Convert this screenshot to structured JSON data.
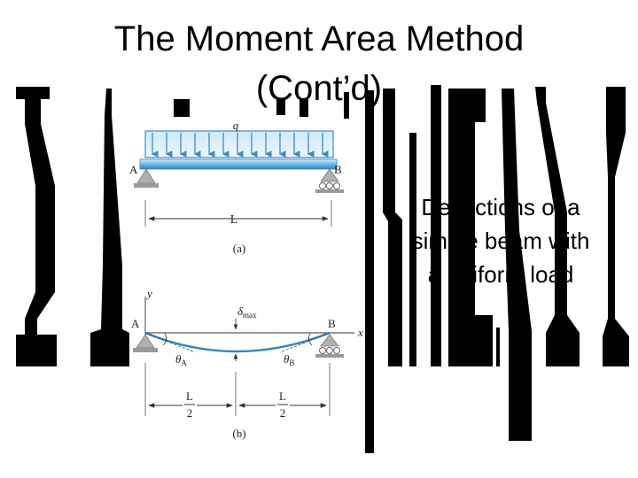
{
  "slide": {
    "title_line1": "The Moment Area Method",
    "title_line2": "(Cont’d)",
    "caption_line1": "Deflections of a",
    "caption_line2": "simple beam with",
    "caption_line3": "a uniform load"
  },
  "figure_a": {
    "load_label": "q",
    "support_left": "A",
    "support_right": "B",
    "span_label": "L",
    "part_label": "(a)"
  },
  "figure_b": {
    "y_axis": "y",
    "x_axis": "x",
    "support_left": "A",
    "support_right": "B",
    "deflection_symbol": "δ",
    "deflection_subscript": "max",
    "theta_symbol": "θ",
    "theta_left_sub": "A",
    "theta_right_sub": "B",
    "half_span_numerator": "L",
    "half_span_denominator": "2",
    "part_label": "(b)"
  },
  "colors": {
    "beam_blue": "#6cb7e0",
    "load_blue": "#3a8cc8",
    "support_gray": "#9a9a9a",
    "artifact": "#000000"
  }
}
